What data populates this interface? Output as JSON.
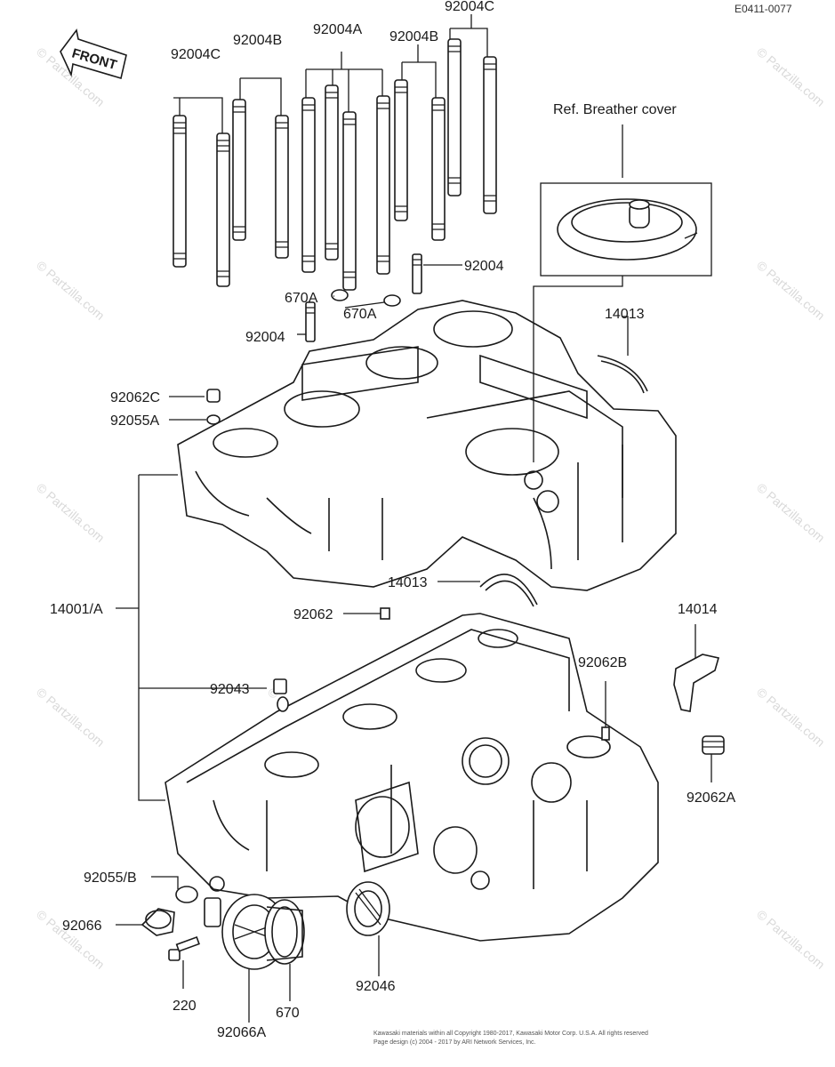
{
  "diagram_code": "E0411-0077",
  "front_label": "FRONT",
  "ref_text": "Ref.  Breather cover",
  "watermark": "© Partzilla.com",
  "footer_lines": [
    "Kawasaki materials within all Copyright 1980-2017, Kawasaki Motor Corp. U.S.A. All rights reserved",
    "Page design (c) 2004 - 2017 by ARI Network Services, Inc."
  ],
  "labels": {
    "l1": "92004C",
    "l2": "92004C",
    "l3": "92004B",
    "l4": "92004A",
    "l5": "92004B",
    "l6": "92004",
    "l7": "670A",
    "l8": "670A",
    "l9": "92004",
    "l10": "14013",
    "l11": "92062C",
    "l12": "92055A",
    "l13": "14013",
    "l14": "14001/A",
    "l15": "92062",
    "l16": "14014",
    "l17": "92062B",
    "l18": "92043",
    "l19": "92062A",
    "l20": "92055/B",
    "l21": "92066",
    "l22": "92046",
    "l23": "220",
    "l24": "670",
    "l25": "92066A"
  }
}
